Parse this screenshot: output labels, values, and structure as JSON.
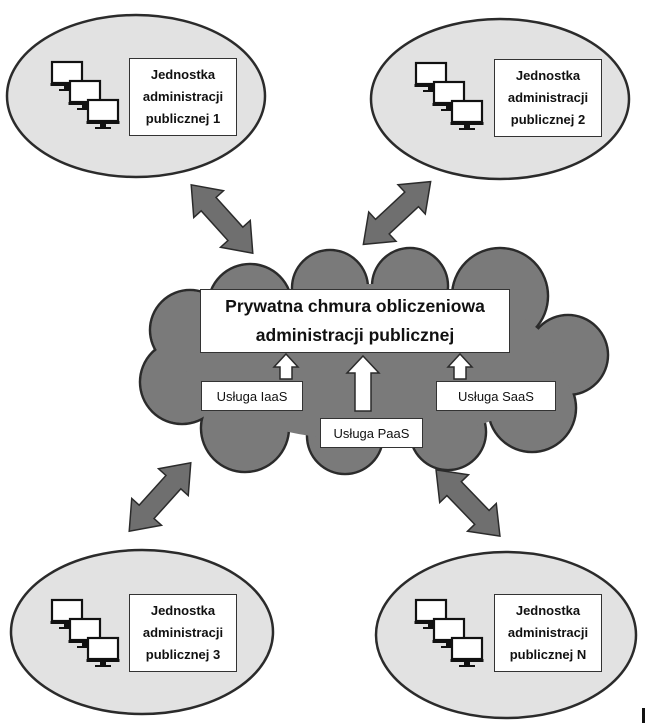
{
  "units": [
    {
      "id": "unit-1",
      "label": "Jednostka administracji publicznej 1"
    },
    {
      "id": "unit-2",
      "label": "Jednostka administracji publicznej 2"
    },
    {
      "id": "unit-3",
      "label": "Jednostka administracji publicznej 3"
    },
    {
      "id": "unit-n",
      "label": "Jednostka administracji publicznej N"
    }
  ],
  "cloud": {
    "title": "Prywatna chmura obliczeniowa administracji publicznej",
    "services": {
      "iaas": "Usługa IaaS",
      "paas": "Usługa PaaS",
      "saas": "Usługa SaaS"
    }
  },
  "colors": {
    "cloud_fill": "#7a7a7a",
    "ellipse_fill": "#e2e2e2",
    "arrow_fill": "#6f6f6f",
    "outline": "#2b2b2b"
  },
  "icons": [
    "computer-icon",
    "bidirectional-arrow-icon"
  ]
}
